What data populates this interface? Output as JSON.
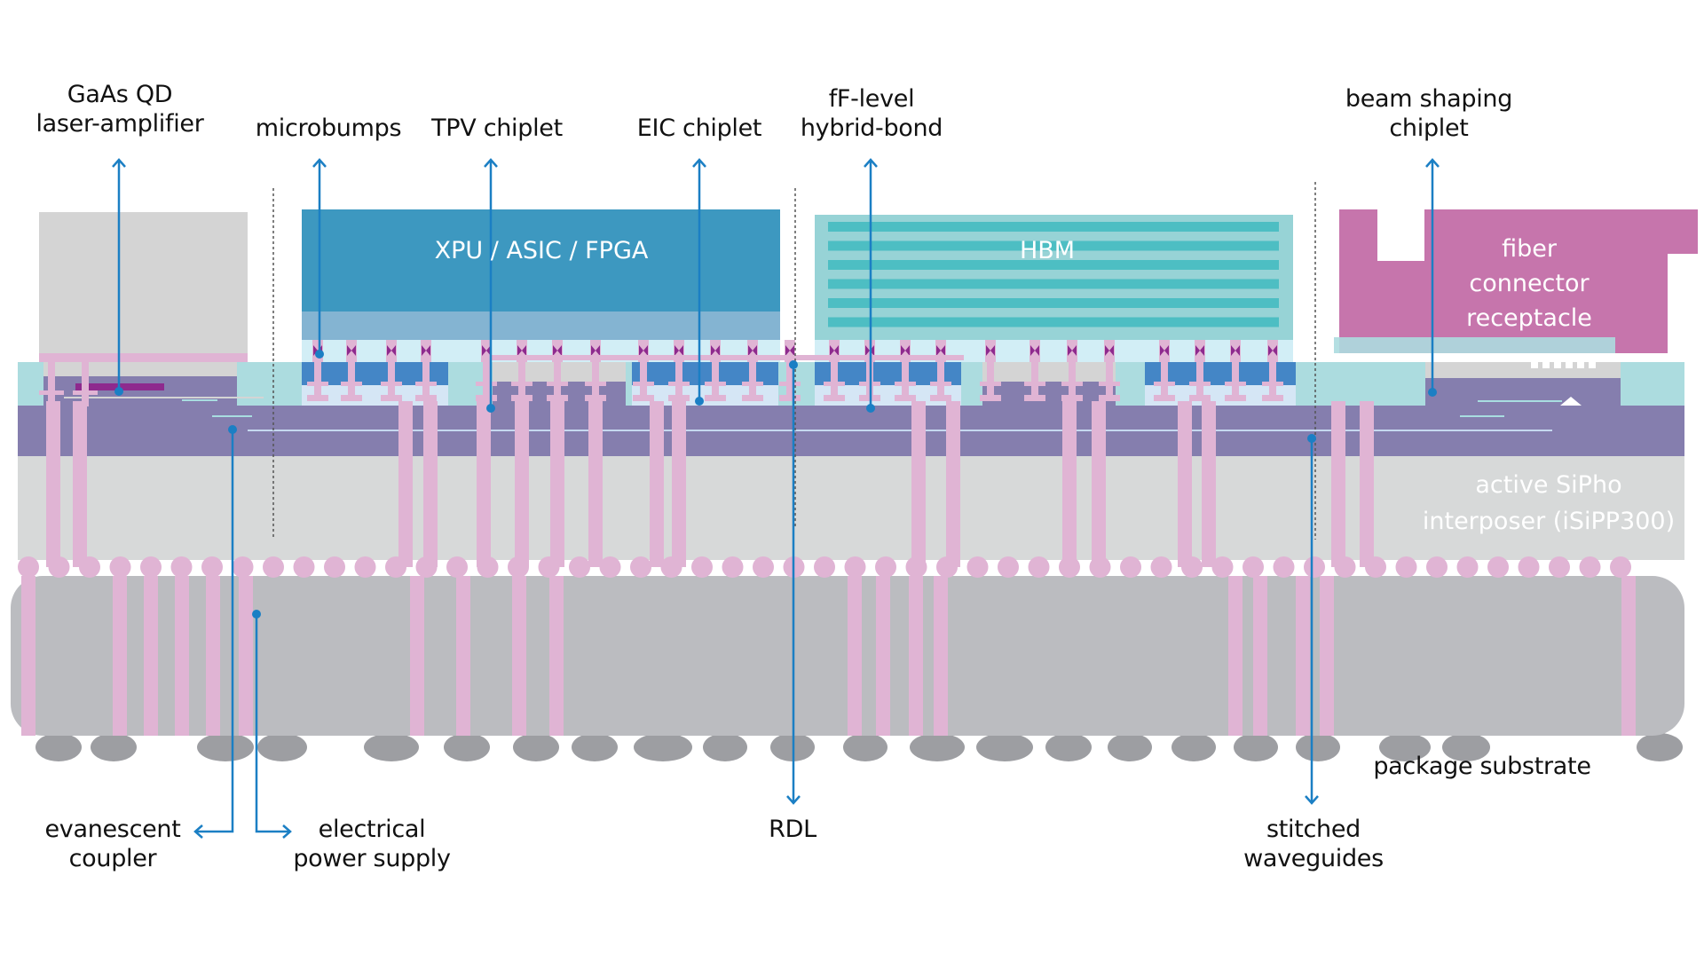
{
  "diagram": {
    "title": "Co-packaged optics cross-section on active SiPho interposer",
    "components": {
      "xpu": "XPU / ASIC / FPGA",
      "hbm": "HBM",
      "fiber_connector": [
        "fiber",
        "connector",
        "receptacle"
      ],
      "interposer": [
        "active SiPho",
        "interposer (iSiPP300)"
      ],
      "substrate": "package substrate"
    },
    "callouts_top": [
      {
        "id": "gaas-qd-laser-amplifier",
        "lines": [
          "GaAs QD",
          "laser-amplifier"
        ]
      },
      {
        "id": "microbumps",
        "lines": [
          "microbumps"
        ]
      },
      {
        "id": "tpv-chiplet",
        "lines": [
          "TPV chiplet"
        ]
      },
      {
        "id": "eic-chiplet",
        "lines": [
          "EIC chiplet"
        ]
      },
      {
        "id": "ff-level-hybrid-bond",
        "lines": [
          "fF-level",
          "hybrid-bond"
        ]
      },
      {
        "id": "beam-shaping-chiplet",
        "lines": [
          "beam shaping",
          "chiplet"
        ]
      }
    ],
    "callouts_bottom": [
      {
        "id": "evanescent-coupler",
        "lines": [
          "evanescent",
          "coupler"
        ]
      },
      {
        "id": "electrical-power-supply",
        "lines": [
          "electrical",
          "power supply"
        ]
      },
      {
        "id": "rdl",
        "lines": [
          "RDL"
        ]
      },
      {
        "id": "stitched-waveguides",
        "lines": [
          "stitched",
          "waveguides"
        ]
      }
    ],
    "colors": {
      "callout_line": "#1b7fc4",
      "xpu": "#3d98c0",
      "xpu_lower": "#84b4d2",
      "microbump_layer": "#d2eef6",
      "hbm_bg": "#97d3d6",
      "hbm_stripe": "#4dbec3",
      "fiber": "#c675ac",
      "interposer_teal": "#acdcdf",
      "interposer_purple": "#857eae",
      "interposer_grey": "#d7d9d9",
      "eic_blue": "#4486c6",
      "eic_light": "#d5e6f5",
      "copper_pink": "#e0b4d4",
      "bond_magenta": "#8e2a8e",
      "substrate": "#bbbcc0",
      "bga": "#9d9ea2",
      "laser_grey": "#d4d4d4",
      "laser_stripe": "#8e2a8e",
      "waveguide": "#a8dde0"
    }
  }
}
